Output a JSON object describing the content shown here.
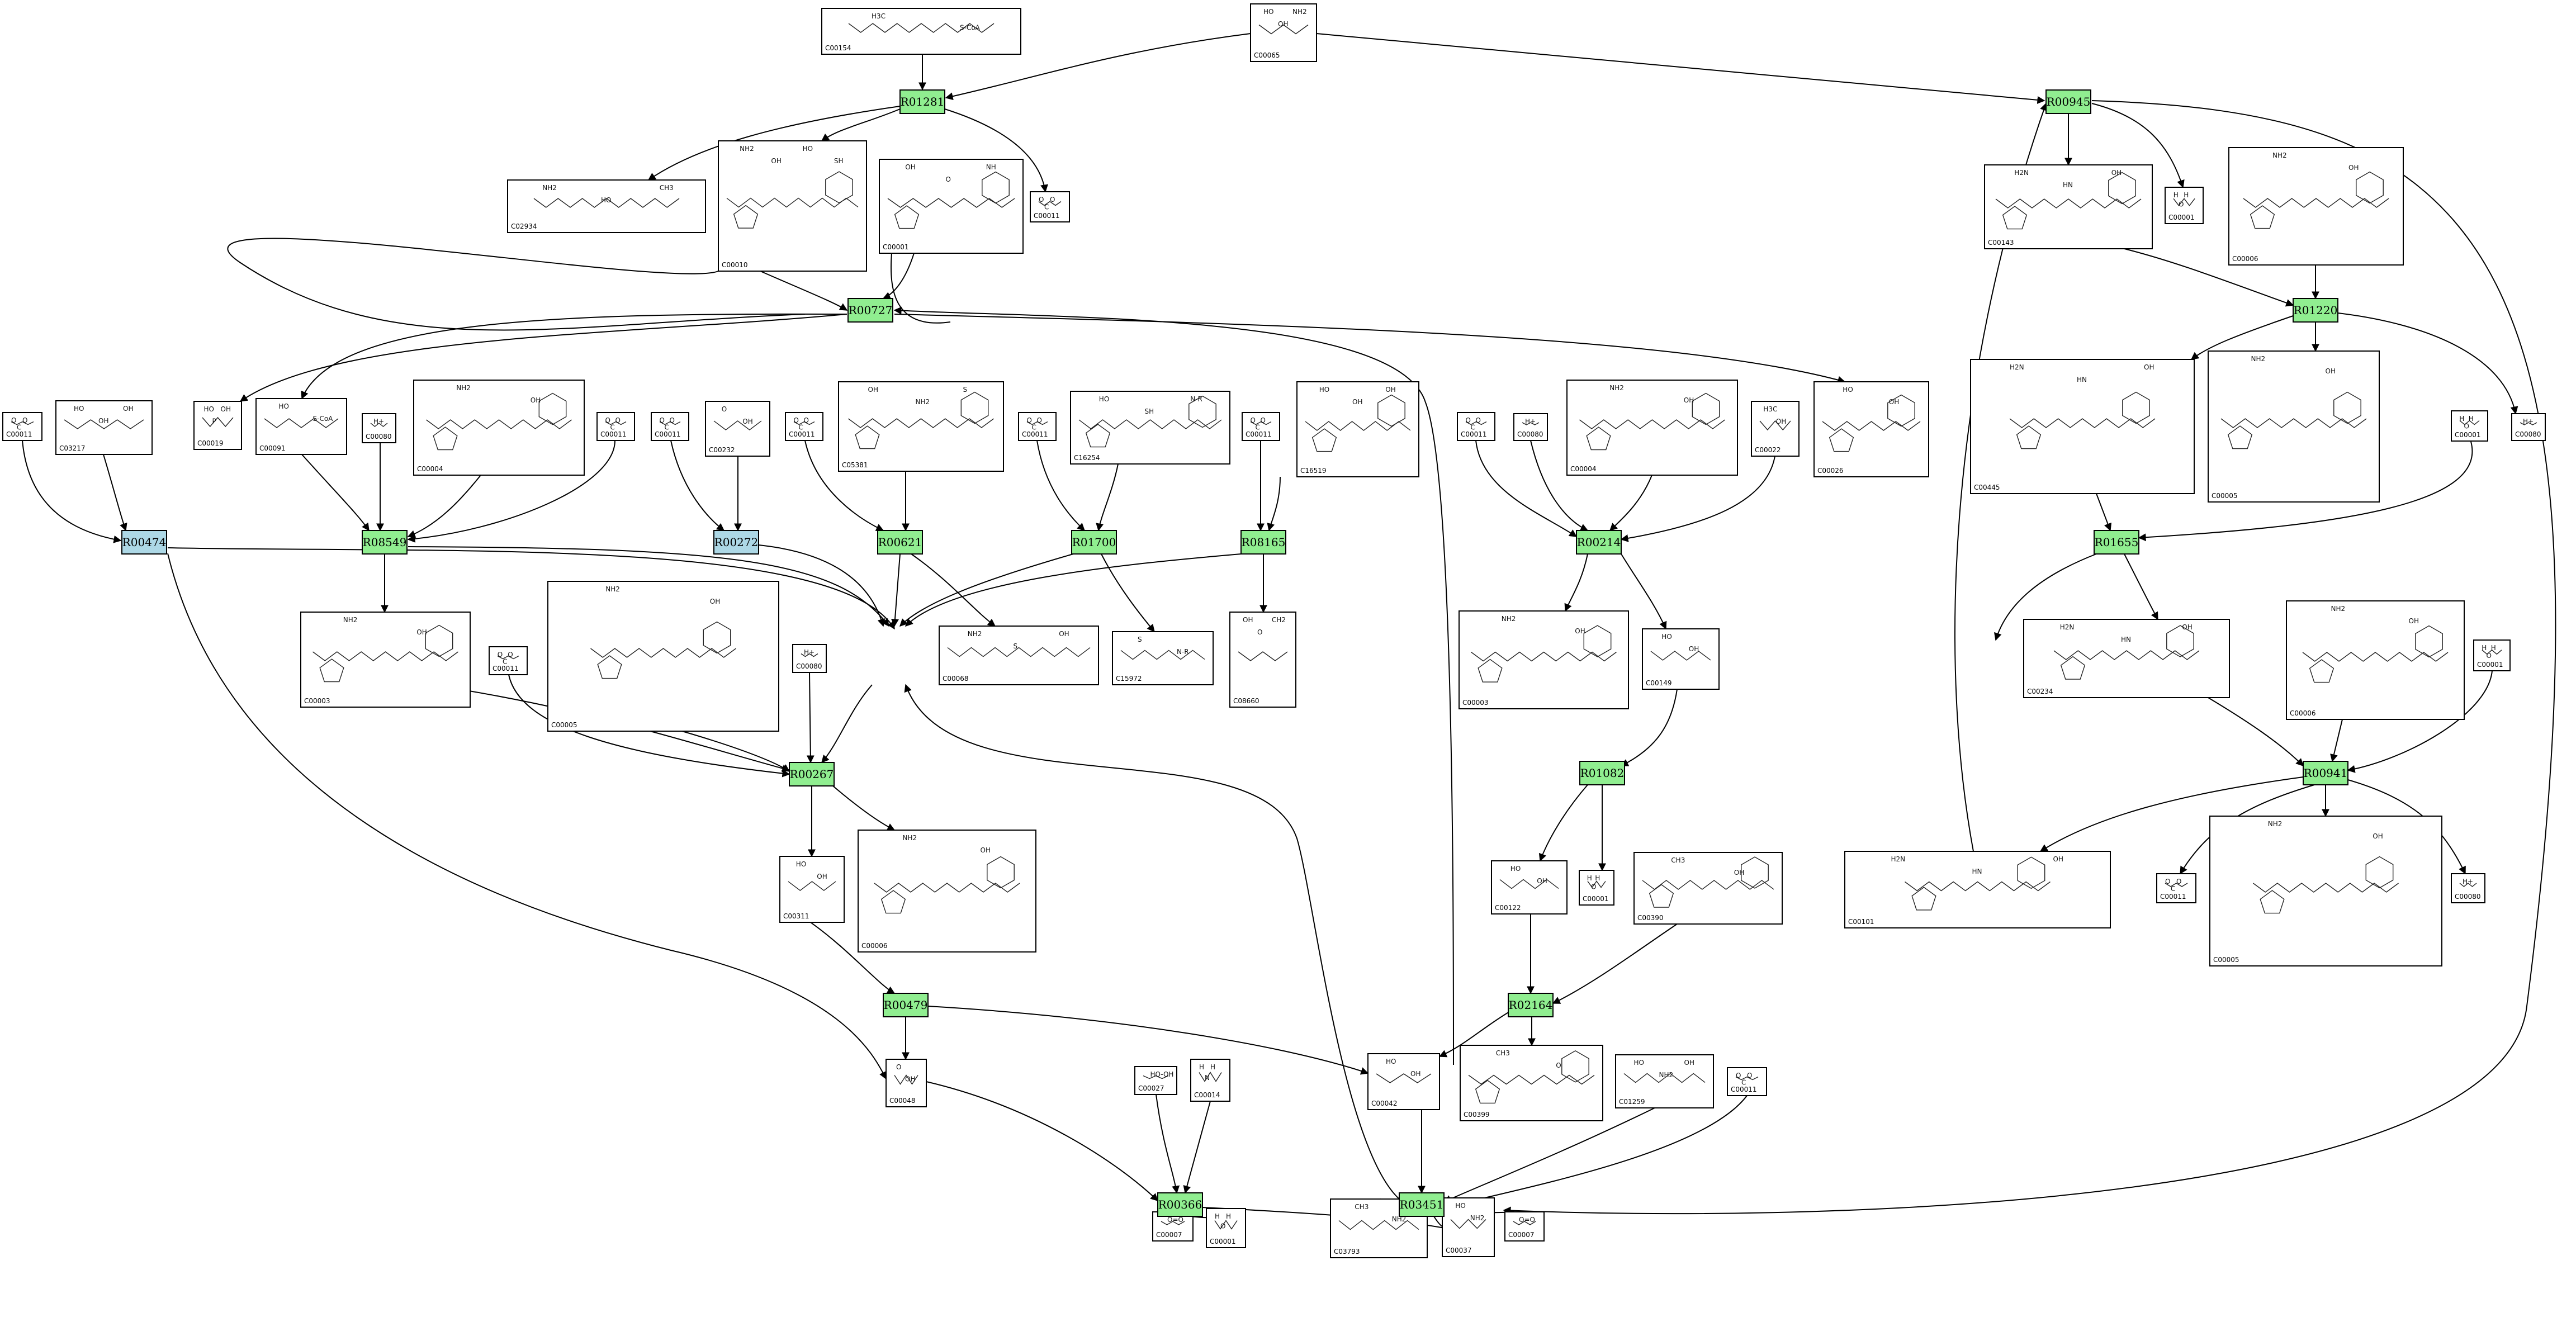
{
  "colors": {
    "reaction_fill": "#90ee90",
    "reaction_fill_alt": "#add8e6",
    "edge": "#000000",
    "box_stroke": "#000000",
    "background": "#ffffff"
  },
  "reactions": [
    {
      "id": "R01281",
      "color": "green"
    },
    {
      "id": "R00945",
      "color": "green"
    },
    {
      "id": "R00727",
      "color": "green"
    },
    {
      "id": "R01220",
      "color": "green"
    },
    {
      "id": "R00474",
      "color": "blue"
    },
    {
      "id": "R08549",
      "color": "green"
    },
    {
      "id": "R00272",
      "color": "blue"
    },
    {
      "id": "R00621",
      "color": "green"
    },
    {
      "id": "R01700",
      "color": "green"
    },
    {
      "id": "R08165",
      "color": "green"
    },
    {
      "id": "R00214",
      "color": "green"
    },
    {
      "id": "R01655",
      "color": "green"
    },
    {
      "id": "R00267",
      "color": "green"
    },
    {
      "id": "R01082",
      "color": "green"
    },
    {
      "id": "R00941",
      "color": "green"
    },
    {
      "id": "R00479",
      "color": "green"
    },
    {
      "id": "R02164",
      "color": "green"
    },
    {
      "id": "R00366",
      "color": "green"
    },
    {
      "id": "R03451",
      "color": "green"
    }
  ],
  "compounds": [
    {
      "key": "c00154",
      "label": "C00154",
      "atoms": [
        "H3C",
        "S-CoA"
      ]
    },
    {
      "key": "c00065",
      "label": "C00065",
      "atoms": [
        "HO",
        "OH",
        "NH2"
      ]
    },
    {
      "key": "c02934",
      "label": "C02934",
      "atoms": [
        "NH2",
        "HO",
        "CH3"
      ]
    },
    {
      "key": "c00010",
      "label": "C00010",
      "atoms": [
        "NH2",
        "OH",
        "HO",
        "SH"
      ]
    },
    {
      "key": "c00001_top",
      "label": "C00001",
      "atoms": [
        "OH",
        "O",
        "NH"
      ]
    },
    {
      "key": "c00011_top",
      "label": "C00011",
      "atoms": [
        "O",
        "C",
        "O"
      ]
    },
    {
      "key": "c00143",
      "label": "C00143",
      "atoms": [
        "H2N",
        "HN",
        "OH"
      ]
    },
    {
      "key": "c00001_h2o_a",
      "label": "C00001",
      "atoms": [
        "H",
        "O",
        "H"
      ]
    },
    {
      "key": "c00006_top",
      "label": "C00006",
      "atoms": [
        "NH2",
        "OH"
      ]
    },
    {
      "key": "c00445",
      "label": "C00445",
      "atoms": [
        "H2N",
        "HN",
        "OH"
      ]
    },
    {
      "key": "c00005_right",
      "label": "C00005",
      "atoms": [
        "NH2",
        "OH"
      ]
    },
    {
      "key": "c00001_h2o_b",
      "label": "C00001",
      "atoms": [
        "H",
        "O",
        "H"
      ]
    },
    {
      "key": "c00080_top",
      "label": "C00080",
      "atoms": [
        "H+"
      ]
    },
    {
      "key": "c00011_a",
      "label": "C00011",
      "atoms": [
        "O",
        "C",
        "O"
      ]
    },
    {
      "key": "c03217",
      "label": "C03217",
      "atoms": [
        "HO",
        "OH",
        "OH"
      ]
    },
    {
      "key": "c00019",
      "label": "C00019",
      "atoms": [
        "HO",
        "P",
        "OH"
      ]
    },
    {
      "key": "c00091",
      "label": "C00091",
      "atoms": [
        "HO",
        "S-CoA"
      ]
    },
    {
      "key": "c00080_a",
      "label": "C00080",
      "atoms": [
        "H+"
      ]
    },
    {
      "key": "c00004_a",
      "label": "C00004",
      "atoms": [
        "NH2",
        "OH"
      ]
    },
    {
      "key": "c00011_b",
      "label": "C00011",
      "atoms": [
        "O",
        "C",
        "O"
      ]
    },
    {
      "key": "c00011_c",
      "label": "C00011",
      "atoms": [
        "O",
        "C",
        "O"
      ]
    },
    {
      "key": "c00232",
      "label": "C00232",
      "atoms": [
        "O",
        "OH"
      ]
    },
    {
      "key": "c00011_d",
      "label": "C00011",
      "atoms": [
        "O",
        "C",
        "O"
      ]
    },
    {
      "key": "c05381",
      "label": "C05381",
      "atoms": [
        "OH",
        "NH2",
        "S"
      ]
    },
    {
      "key": "c00011_e",
      "label": "C00011",
      "atoms": [
        "O",
        "C",
        "O"
      ]
    },
    {
      "key": "c16254",
      "label": "C16254",
      "atoms": [
        "HO",
        "SH",
        "N-R"
      ]
    },
    {
      "key": "c00011_f",
      "label": "C00011",
      "atoms": [
        "O",
        "C",
        "O"
      ]
    },
    {
      "key": "c16519",
      "label": "C16519",
      "atoms": [
        "HO",
        "OH",
        "OH"
      ]
    },
    {
      "key": "c00011_g",
      "label": "C00011",
      "atoms": [
        "O",
        "C",
        "O"
      ]
    },
    {
      "key": "c00080_b",
      "label": "C00080",
      "atoms": [
        "H+"
      ]
    },
    {
      "key": "c00004_b",
      "label": "C00004",
      "atoms": [
        "NH2",
        "OH"
      ]
    },
    {
      "key": "c00022",
      "label": "C00022",
      "atoms": [
        "H3C",
        "OH"
      ]
    },
    {
      "key": "c00026",
      "label": "C00026",
      "atoms": [
        "HO",
        "OH"
      ]
    },
    {
      "key": "c00003_a",
      "label": "C00003",
      "atoms": [
        "NH2",
        "OH"
      ]
    },
    {
      "key": "c00011_h",
      "label": "C00011",
      "atoms": [
        "O",
        "C",
        "O"
      ]
    },
    {
      "key": "c00005_a",
      "label": "C00005",
      "atoms": [
        "NH2",
        "OH"
      ]
    },
    {
      "key": "c00080_c",
      "label": "C00080",
      "atoms": [
        "H+"
      ]
    },
    {
      "key": "c00068",
      "label": "C00068",
      "atoms": [
        "NH2",
        "S",
        "OH"
      ]
    },
    {
      "key": "c15972",
      "label": "C15972",
      "atoms": [
        "S",
        "N-R"
      ]
    },
    {
      "key": "c08660",
      "label": "C08660",
      "atoms": [
        "OH",
        "O",
        "CH2"
      ]
    },
    {
      "key": "c00003_b",
      "label": "C00003",
      "atoms": [
        "NH2",
        "OH"
      ]
    },
    {
      "key": "c00149",
      "label": "C00149",
      "atoms": [
        "HO",
        "OH"
      ]
    },
    {
      "key": "c00080_d",
      "label": "C00080",
      "atoms": [
        "H+"
      ]
    },
    {
      "key": "c00234",
      "label": "C00234",
      "atoms": [
        "H2N",
        "HN",
        "OH"
      ]
    },
    {
      "key": "c00006_b",
      "label": "C00006",
      "atoms": [
        "NH2",
        "OH"
      ]
    },
    {
      "key": "c00001_h2o_c",
      "label": "C00001",
      "atoms": [
        "H",
        "O",
        "H"
      ]
    },
    {
      "key": "c00311",
      "label": "C00311",
      "atoms": [
        "HO",
        "OH"
      ]
    },
    {
      "key": "c00006_c",
      "label": "C00006",
      "atoms": [
        "NH2",
        "OH"
      ]
    },
    {
      "key": "c00122",
      "label": "C00122",
      "atoms": [
        "HO",
        "OH"
      ]
    },
    {
      "key": "c00001_h2o_d",
      "label": "C00001",
      "atoms": [
        "H",
        "O",
        "H"
      ]
    },
    {
      "key": "c00390",
      "label": "C00390",
      "atoms": [
        "CH3",
        "OH"
      ]
    },
    {
      "key": "c00101",
      "label": "C00101",
      "atoms": [
        "H2N",
        "HN",
        "OH"
      ]
    },
    {
      "key": "c00011_i",
      "label": "C00011",
      "atoms": [
        "O",
        "C",
        "O"
      ]
    },
    {
      "key": "c00005_b",
      "label": "C00005",
      "atoms": [
        "NH2",
        "OH"
      ]
    },
    {
      "key": "c00080_e",
      "label": "C00080",
      "atoms": [
        "H+"
      ]
    },
    {
      "key": "c00048",
      "label": "C00048",
      "atoms": [
        "O",
        "OH"
      ]
    },
    {
      "key": "c00027",
      "label": "C00027",
      "atoms": [
        "HO-OH"
      ]
    },
    {
      "key": "c00014",
      "label": "C00014",
      "atoms": [
        "H",
        "N",
        "H"
      ]
    },
    {
      "key": "c00042",
      "label": "C00042",
      "atoms": [
        "HO",
        "OH"
      ]
    },
    {
      "key": "c00399",
      "label": "C00399",
      "atoms": [
        "CH3",
        "O"
      ]
    },
    {
      "key": "c01259",
      "label": "C01259",
      "atoms": [
        "HO",
        "NH2",
        "OH"
      ]
    },
    {
      "key": "c00011_j",
      "label": "C00011",
      "atoms": [
        "O",
        "C",
        "O"
      ]
    },
    {
      "key": "c00007_a",
      "label": "C00007",
      "atoms": [
        "O=O"
      ]
    },
    {
      "key": "c00001_h2o_e",
      "label": "C00001",
      "atoms": [
        "H",
        "O",
        "H"
      ]
    },
    {
      "key": "c03793",
      "label": "C03793",
      "atoms": [
        "CH3",
        "NH2"
      ]
    },
    {
      "key": "c00037",
      "label": "C00037",
      "atoms": [
        "HO",
        "NH2"
      ]
    },
    {
      "key": "c00007_b",
      "label": "C00007",
      "atoms": [
        "O=O"
      ]
    }
  ]
}
